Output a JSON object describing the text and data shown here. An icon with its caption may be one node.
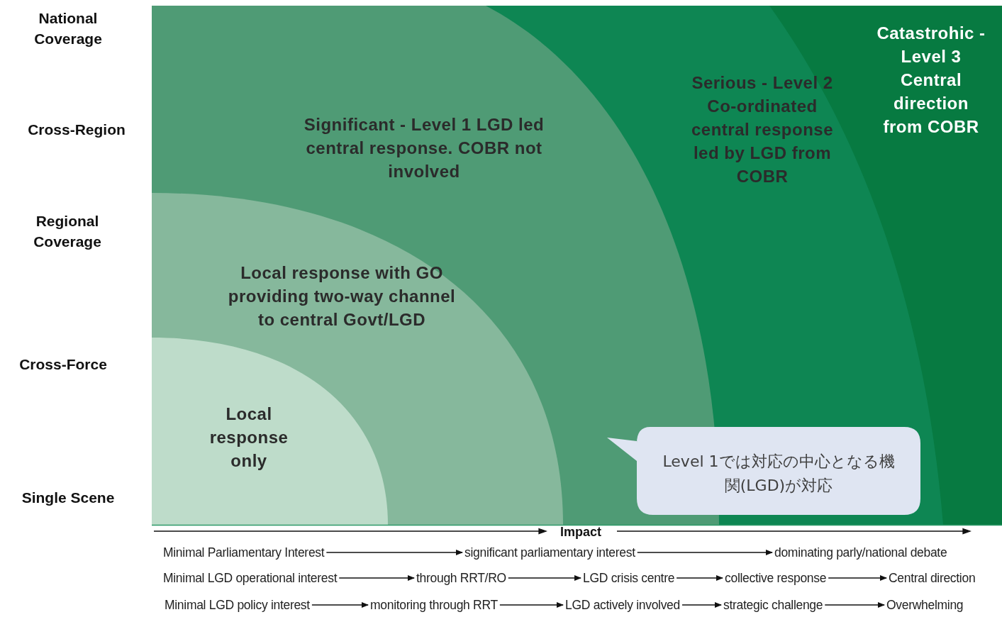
{
  "diagram": {
    "nodes": [
      {
        "text": [
          "Catastrohic - Level 3 Central direction from COBR"
        ]
      },
      {
        "text": [
          "Serious - Level 2 Co-ordinated central response led by LGD from COBR"
        ],
        "in": 0
      },
      {
        "text": [
          "Significant - Level 1 LGD led central response. COBR not involved"
        ],
        "in": 1
      },
      {
        "text": [
          "Local response with GO providing two-way channel to central Govt/LGD"
        ],
        "in": 2
      },
      {
        "text": [
          "Local response only"
        ],
        "in": 3
      },
      {
        "text": [
          "Level 1では対応の中心となる機関(LGD)が対応"
        ],
        "in": 1
      },
      {
        "text": [
          "Minimal Parliamentary Interest"
        ]
      },
      {
        "text": [
          "significant parliamentary interest"
        ]
      },
      {
        "text": [
          "dominating parly/national debate"
        ]
      },
      {
        "text": [
          "Minimal LGD operational interest"
        ]
      },
      {
        "text": [
          "through RRT/RO"
        ]
      },
      {
        "text": [
          "LGD crisis centre"
        ]
      },
      {
        "text": [
          "collective response"
        ]
      },
      {
        "text": [
          "Central direction"
        ]
      },
      {
        "text": [
          "Minimal LGD policy interest"
        ]
      },
      {
        "text": [
          "monitoring through RRT"
        ]
      },
      {
        "text": [
          "LGD actively involved"
        ]
      },
      {
        "text": [
          "strategic challenge"
        ]
      },
      {
        "text": [
          "Overwhelming"
        ]
      }
    ],
    "edges": [
      {
        "from": 6,
        "to": 7,
        "arrow": "to"
      },
      {
        "from": 7,
        "to": 8,
        "arrow": "to"
      },
      {
        "from": 9,
        "to": 10,
        "arrow": "to"
      },
      {
        "from": 10,
        "to": 11,
        "arrow": "to"
      },
      {
        "from": 11,
        "to": 12,
        "arrow": "to"
      },
      {
        "from": 12,
        "to": 13,
        "arrow": "to"
      },
      {
        "from": 14,
        "to": 15,
        "arrow": "to"
      },
      {
        "from": 15,
        "to": 16,
        "arrow": "to"
      },
      {
        "from": 16,
        "to": 17,
        "arrow": "to"
      },
      {
        "from": 17,
        "to": 18,
        "arrow": "to"
      }
    ],
    "labels": [
      "National Coverage",
      "Cross-Region",
      "Regional Coverage",
      "Cross-Force",
      "Single Scene",
      "Impact"
    ]
  }
}
